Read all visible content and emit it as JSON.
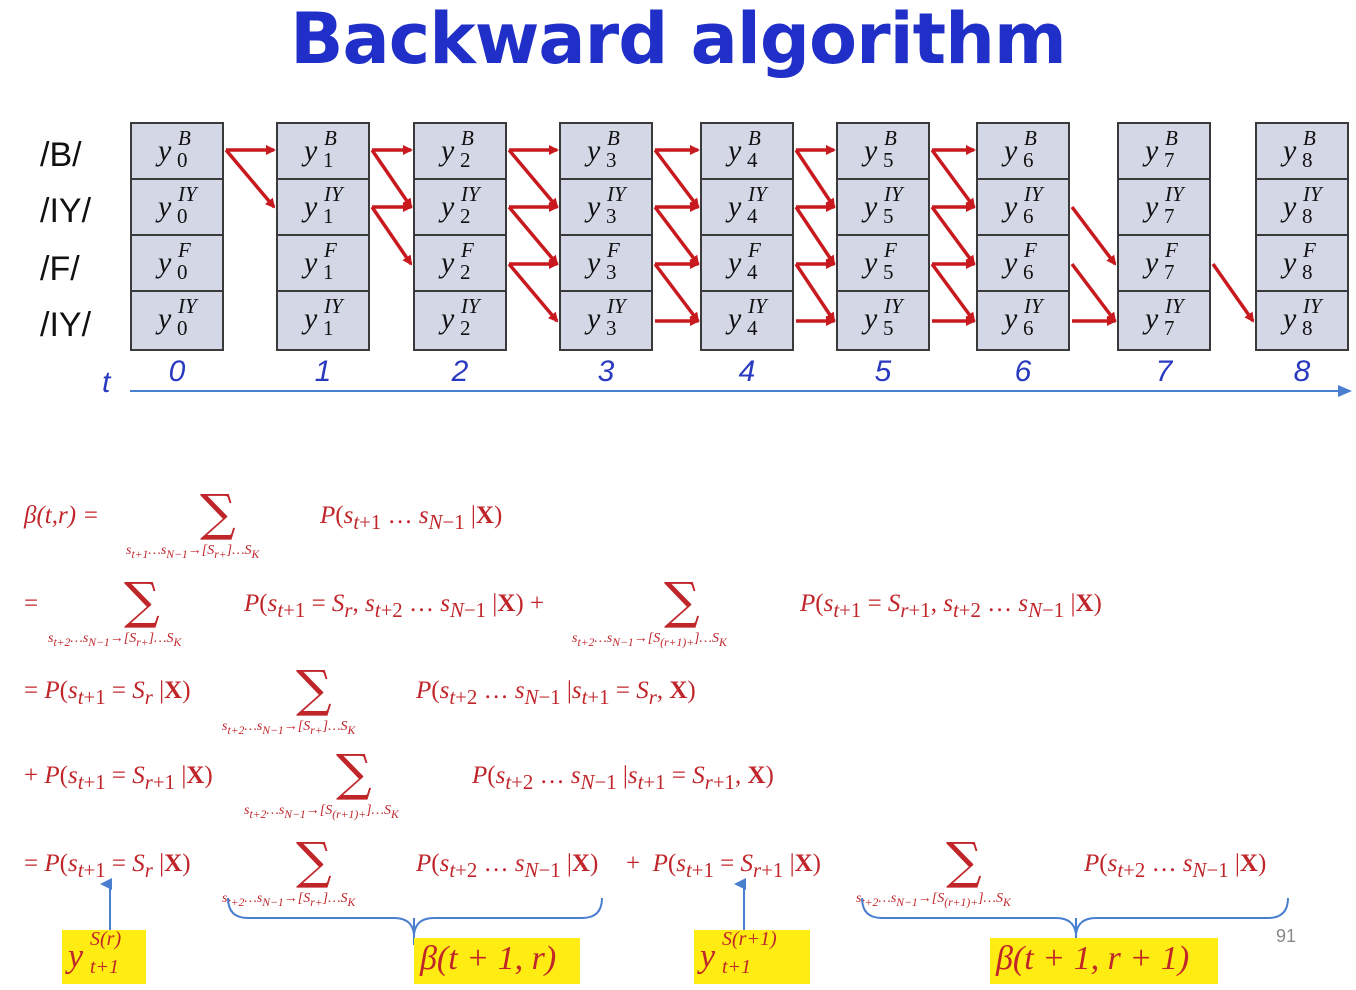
{
  "title": "Backward algorithm",
  "row_labels": [
    "/B/",
    "/IY/",
    "/F/",
    "/IY/"
  ],
  "symbols": [
    {
      "sup": "B",
      "base": "y"
    },
    {
      "sup": "IY",
      "base": "y"
    },
    {
      "sup": "F",
      "base": "y"
    },
    {
      "sup": "IY",
      "base": "y"
    }
  ],
  "time_steps": [
    "0",
    "1",
    "2",
    "3",
    "4",
    "5",
    "6",
    "7",
    "8"
  ],
  "axis_label": "t",
  "equations": {
    "line1_lhs": "β(t,r) =",
    "line1_sum_sub": "s_{t+1}…s_{N−1}→[S_{r+}]…S_K",
    "line1_term": "P(s_{t+1} … s_{N−1} |X)",
    "line2_lhs": "=",
    "line2_sum1_sub": "s_{t+2}…s_{N−1}→[S_{r+}]…S_K",
    "line2_term1": "P(s_{t+1} = S_r, s_{t+2} … s_{N−1} |X) +",
    "line2_sum2_sub": "s_{t+2}…s_{N−1}→[S_{(r+1)+}]…S_K",
    "line2_term2": "P(s_{t+1} = S_{r+1}, s_{t+2} … s_{N−1} |X)",
    "line3_lhs": "= P(s_{t+1} = S_r |X)",
    "line3_sum_sub": "s_{t+2}…s_{N−1}→[S_{r+}]…S_K",
    "line3_term": "P(s_{t+2} … s_{N−1} |s_{t+1} = S_r, X)",
    "line4_lhs": "+ P(s_{t+1} = S_{r+1} |X)",
    "line4_sum_sub": "s_{t+2}…s_{N−1}→[S_{(r+1)+}]…S_K",
    "line4_term": "P(s_{t+2} … s_{N−1} |s_{t+1} = S_{r+1}, X)",
    "line5_lhs": "= P(s_{t+1} = S_r |X)",
    "line5_sum1_sub": "s_{t+2}…s_{N−1}→[S_{r+}]…S_K",
    "line5_term1": "P(s_{t+2} … s_{N−1} |X)",
    "line5_mid": "+ P(s_{t+1} = S_{r+1} |X)",
    "line5_sum2_sub": "s_{t+2}…s_{N−1}→[S_{(r+1)+}]…S_K",
    "line5_term2": "P(s_{t+2} … s_{N−1} |X)"
  },
  "annotations": {
    "y_sr": "y_{t+1}^{S(r)}",
    "beta_r": "β(t + 1, r)",
    "y_sr1": "y_{t+1}^{S(r+1)}",
    "beta_r1": "β(t + 1, r + 1)"
  },
  "page_number": "91",
  "colors": {
    "title": "#1f2fc8",
    "equation": "#c0252a",
    "arrow": "#c8191e",
    "axis": "#4a7fd0",
    "highlight": "#ffec12",
    "cell": "#d4d8e6"
  }
}
